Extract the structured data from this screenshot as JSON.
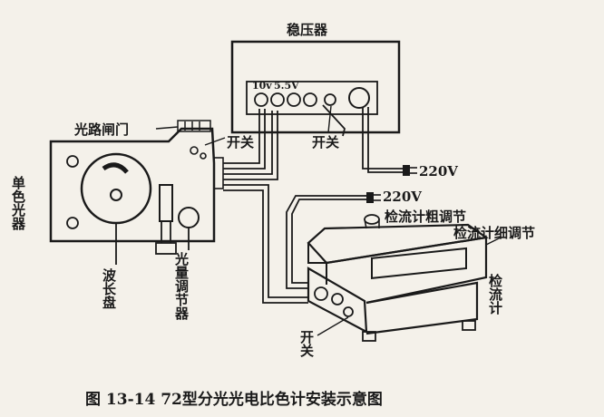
{
  "labels": {
    "regulator": "稳压器",
    "volt_10v": "10v",
    "volt_55v": "5.5V",
    "switch_top": "开关",
    "switch_regulator": "开关",
    "light_gate": "光路闸门",
    "mono": "单色光器",
    "wave_dial": "波长盘",
    "light_adjuster": "光量调节器",
    "v220_regulator": "220V",
    "v220_galv": "220V",
    "galv_coarse": "检流计粗调节",
    "galv_fine": "检流计细调节",
    "galvanometer": "检流计",
    "switch_bottom": "开关"
  },
  "caption": "图 13-14   72型分光光电比色计安装示意图"
}
